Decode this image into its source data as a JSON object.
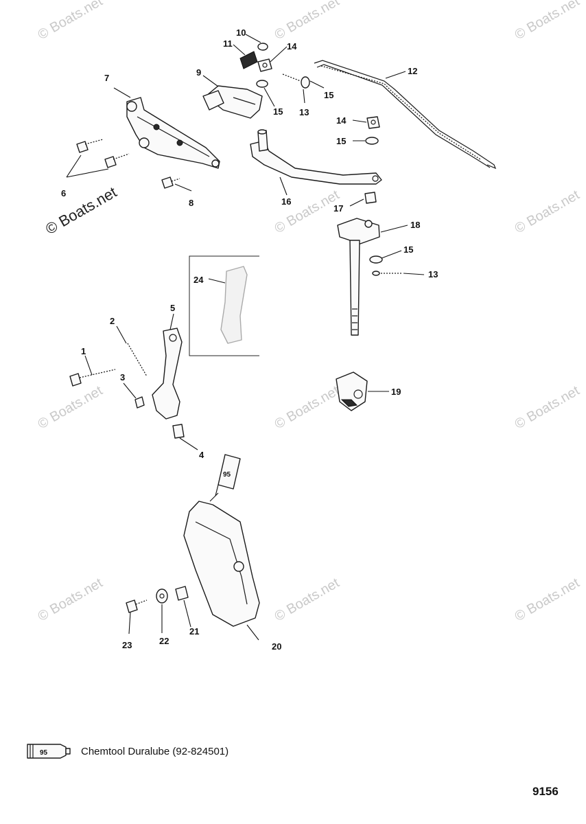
{
  "watermark": "© Boats.net",
  "callouts": {
    "c1": "1",
    "c2": "2",
    "c3": "3",
    "c4": "4",
    "c5": "5",
    "c6": "6",
    "c7": "7",
    "c8": "8",
    "c9": "9",
    "c10": "10",
    "c11": "11",
    "c12": "12",
    "c13a": "13",
    "c13b": "13",
    "c14a": "14",
    "c14b": "14",
    "c15a": "15",
    "c15b": "15",
    "c15c": "15",
    "c15d": "15",
    "c16": "16",
    "c17": "17",
    "c18": "18",
    "c19": "19",
    "c20": "20",
    "c21": "21",
    "c22": "22",
    "c23": "23",
    "c24": "24"
  },
  "tube_label": "95",
  "legend": {
    "icon_label": "95",
    "text": "Chemtool Duralube (92-824501)"
  },
  "figure_number": "9156"
}
